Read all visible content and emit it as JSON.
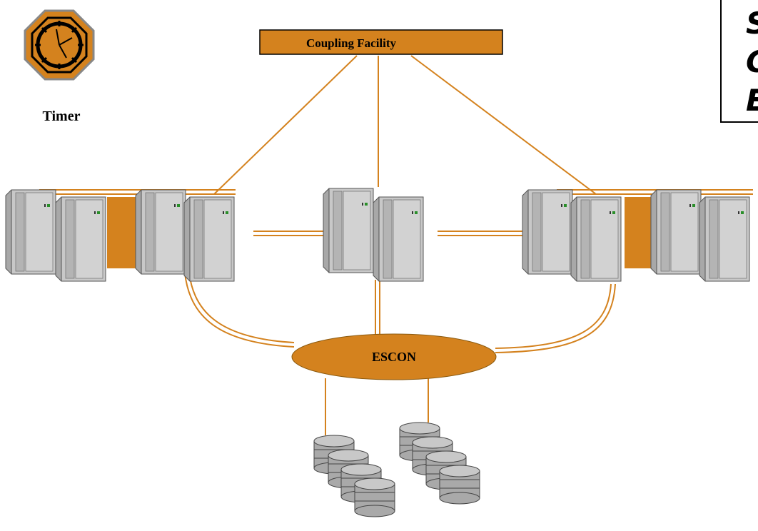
{
  "diagram": {
    "timer": {
      "label": "Timer",
      "icon": "clock-icon"
    },
    "coupling_facility": {
      "label": "Coupling Facility"
    },
    "escon": {
      "label": "ESCON"
    },
    "side_panel": {
      "letters": [
        "S",
        "C",
        "E"
      ]
    },
    "colors": {
      "accent": "#D4821E",
      "line": "#D4821E",
      "cabinet_light": "#C4C4C4",
      "cabinet_dark": "#9A9A9A",
      "disk": "#A9A9A9"
    },
    "server_groups": [
      {
        "name": "left-server-group",
        "cabinets": 4
      },
      {
        "name": "center-server-group",
        "cabinets": 2
      },
      {
        "name": "right-server-group",
        "cabinets": 4
      }
    ],
    "disk_stacks": [
      {
        "name": "left-disk-stack",
        "drums": 4
      },
      {
        "name": "right-disk-stack",
        "drums": 4
      }
    ]
  }
}
